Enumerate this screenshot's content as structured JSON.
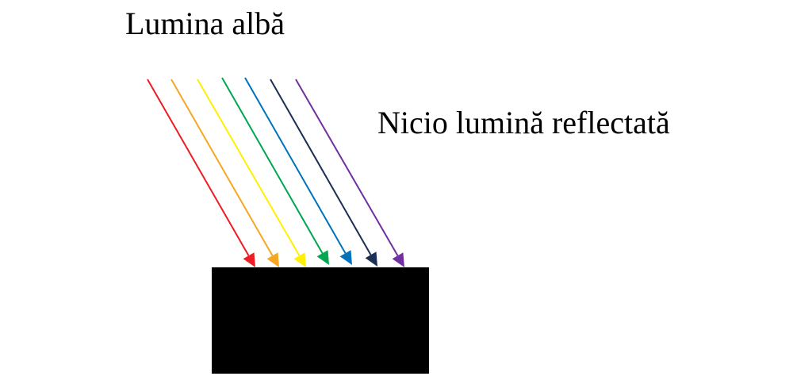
{
  "labels": {
    "incident": "Lumina albă",
    "reflected": "Nicio lumină reflectată"
  },
  "surface_color": "#000000",
  "rays": [
    {
      "name": "red",
      "color": "#ee1c24"
    },
    {
      "name": "orange",
      "color": "#f5a623"
    },
    {
      "name": "yellow",
      "color": "#ffef00"
    },
    {
      "name": "green",
      "color": "#00a651"
    },
    {
      "name": "blue",
      "color": "#0072bc"
    },
    {
      "name": "navy",
      "color": "#1b2f57"
    },
    {
      "name": "violet",
      "color": "#7030a0"
    }
  ]
}
